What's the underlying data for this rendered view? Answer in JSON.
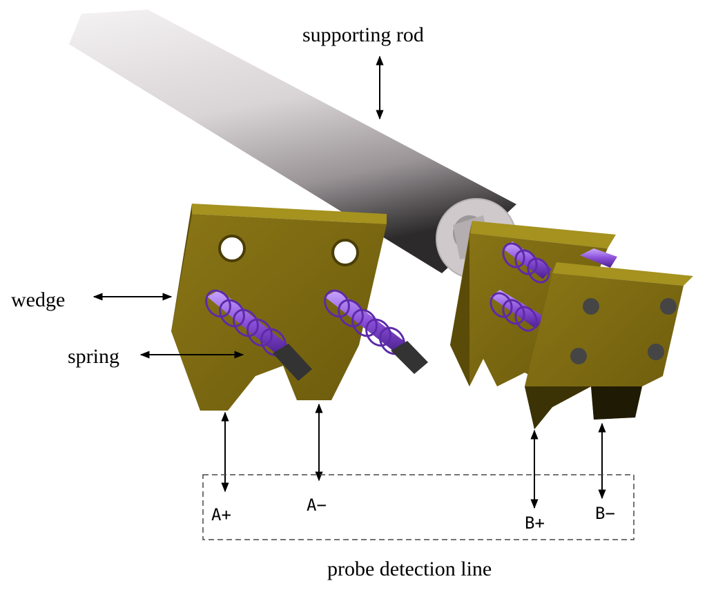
{
  "labels": {
    "rod": "supporting rod",
    "wedge": "wedge",
    "spring": "spring",
    "a_plus": "A+",
    "a_minus": "A−",
    "b_plus": "B+",
    "b_minus": "B−",
    "detection_line": "probe detection line"
  },
  "colors": {
    "wedge": "#7d6a10",
    "spring": "#8a4fd8",
    "rod": "#c7c1c4"
  }
}
